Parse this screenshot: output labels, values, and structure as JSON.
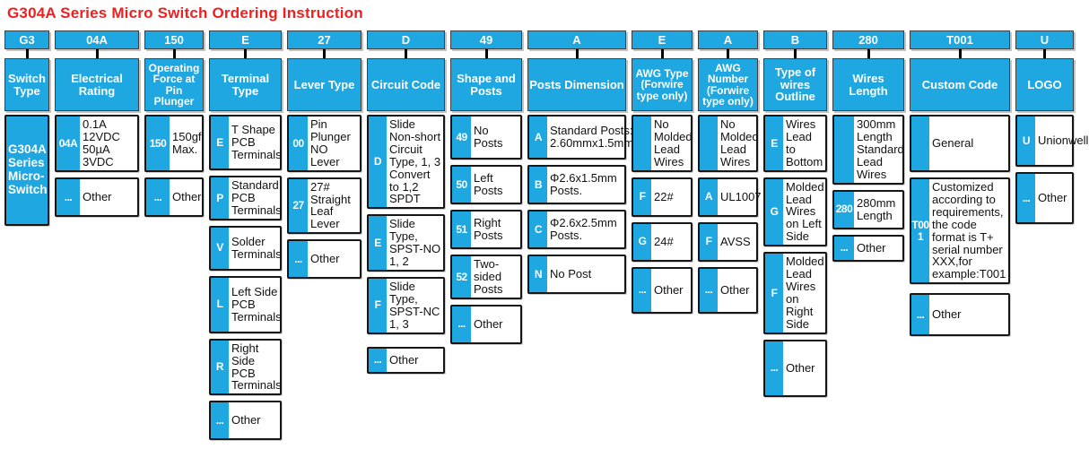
{
  "title": "G304A Series Micro Switch Ordering Instruction",
  "colors": {
    "accent_blue": "#1FA7E2",
    "title_red": "#EE2020",
    "box_border_black": "#161616"
  },
  "columns": [
    {
      "code": "G3",
      "header": "Switch Type",
      "options": [
        {
          "code": "",
          "label": "G304A Series Micro-Switch"
        }
      ]
    },
    {
      "code": "04A",
      "header": "Electrical Rating",
      "options": [
        {
          "code": "04A",
          "label": "0.1A 12VDC 50µA 3VDC"
        },
        {
          "code": "...",
          "label": "Other"
        }
      ]
    },
    {
      "code": "150",
      "header": "Operating Force at Pin Plunger",
      "options": [
        {
          "code": "150",
          "label": "150gf Max."
        },
        {
          "code": "...",
          "label": "Other"
        }
      ]
    },
    {
      "code": "E",
      "header": "Terminal Type",
      "options": [
        {
          "code": "E",
          "label": "T Shape PCB Terminals"
        },
        {
          "code": "P",
          "label": "Standard PCB Terminals"
        },
        {
          "code": "V",
          "label": "Solder Terminals"
        },
        {
          "code": "L",
          "label": "Left Side PCB Terminals"
        },
        {
          "code": "R",
          "label": "Right Side PCB Terminals"
        },
        {
          "code": "...",
          "label": "Other"
        }
      ]
    },
    {
      "code": "27",
      "header": "Lever Type",
      "options": [
        {
          "code": "00",
          "label": "Pin Plunger NO Lever"
        },
        {
          "code": "27",
          "label": "27# Straight Leaf Lever"
        },
        {
          "code": "...",
          "label": "Other"
        }
      ]
    },
    {
      "code": "D",
      "header": "Circuit Code",
      "options": [
        {
          "code": "D",
          "label": "Slide Non-short Circuit Type, 1, 3 Convert to 1,2 SPDT"
        },
        {
          "code": "E",
          "label": "Slide Type, SPST-NO 1, 2"
        },
        {
          "code": "F",
          "label": "Slide Type, SPST-NC 1, 3"
        },
        {
          "code": "...",
          "label": "Other"
        }
      ]
    },
    {
      "code": "49",
      "header": "Shape and Posts",
      "options": [
        {
          "code": "49",
          "label": "No Posts"
        },
        {
          "code": "50",
          "label": "Left Posts"
        },
        {
          "code": "51",
          "label": "Right Posts"
        },
        {
          "code": "52",
          "label": "Two-sided Posts"
        },
        {
          "code": "...",
          "label": "Other"
        }
      ]
    },
    {
      "code": "A",
      "header": "Posts Dimension",
      "options": [
        {
          "code": "A",
          "label": "Standard Posts: 2.60mmx1.5mm"
        },
        {
          "code": "B",
          "label": "Φ2.6x1.5mm Posts."
        },
        {
          "code": "C",
          "label": "Φ2.6x2.5mm Posts."
        },
        {
          "code": "N",
          "label": "No Post"
        }
      ]
    },
    {
      "code": "E",
      "header": "AWG Type (Forwire type only)",
      "options": [
        {
          "code": "",
          "label": "No Molded Lead Wires"
        },
        {
          "code": "F",
          "label": "22#"
        },
        {
          "code": "G",
          "label": "24#"
        },
        {
          "code": "...",
          "label": "Other"
        }
      ]
    },
    {
      "code": "A",
      "header": "AWG Number (Forwire type only)",
      "options": [
        {
          "code": "",
          "label": "No Molded Lead Wires"
        },
        {
          "code": "A",
          "label": "UL1007"
        },
        {
          "code": "F",
          "label": "AVSS"
        },
        {
          "code": "...",
          "label": "Other"
        }
      ]
    },
    {
      "code": "B",
      "header": "Type of wires Outline",
      "options": [
        {
          "code": "E",
          "label": "Wires Lead to Bottom"
        },
        {
          "code": "G",
          "label": "Molded Lead Wires on Left Side"
        },
        {
          "code": "F",
          "label": "Molded Lead Wires on Right Side"
        },
        {
          "code": "...",
          "label": "Other"
        }
      ]
    },
    {
      "code": "280",
      "header": "Wires Length",
      "options": [
        {
          "code": "",
          "label": "300mm Length Standard Lead Wires"
        },
        {
          "code": "280",
          "label": "280mm Length"
        },
        {
          "code": "...",
          "label": "Other"
        }
      ]
    },
    {
      "code": "T001",
      "header": "Custom Code",
      "options": [
        {
          "code": "",
          "label": "General"
        },
        {
          "code": "T001",
          "label": "Customized according to requirements, the code format is T+ serial number XXX,for example:T001"
        },
        {
          "code": "...",
          "label": "Other"
        }
      ]
    },
    {
      "code": "U",
      "header": "LOGO",
      "options": [
        {
          "code": "U",
          "label": "Unionwell"
        },
        {
          "code": "...",
          "label": "Other"
        }
      ]
    }
  ]
}
